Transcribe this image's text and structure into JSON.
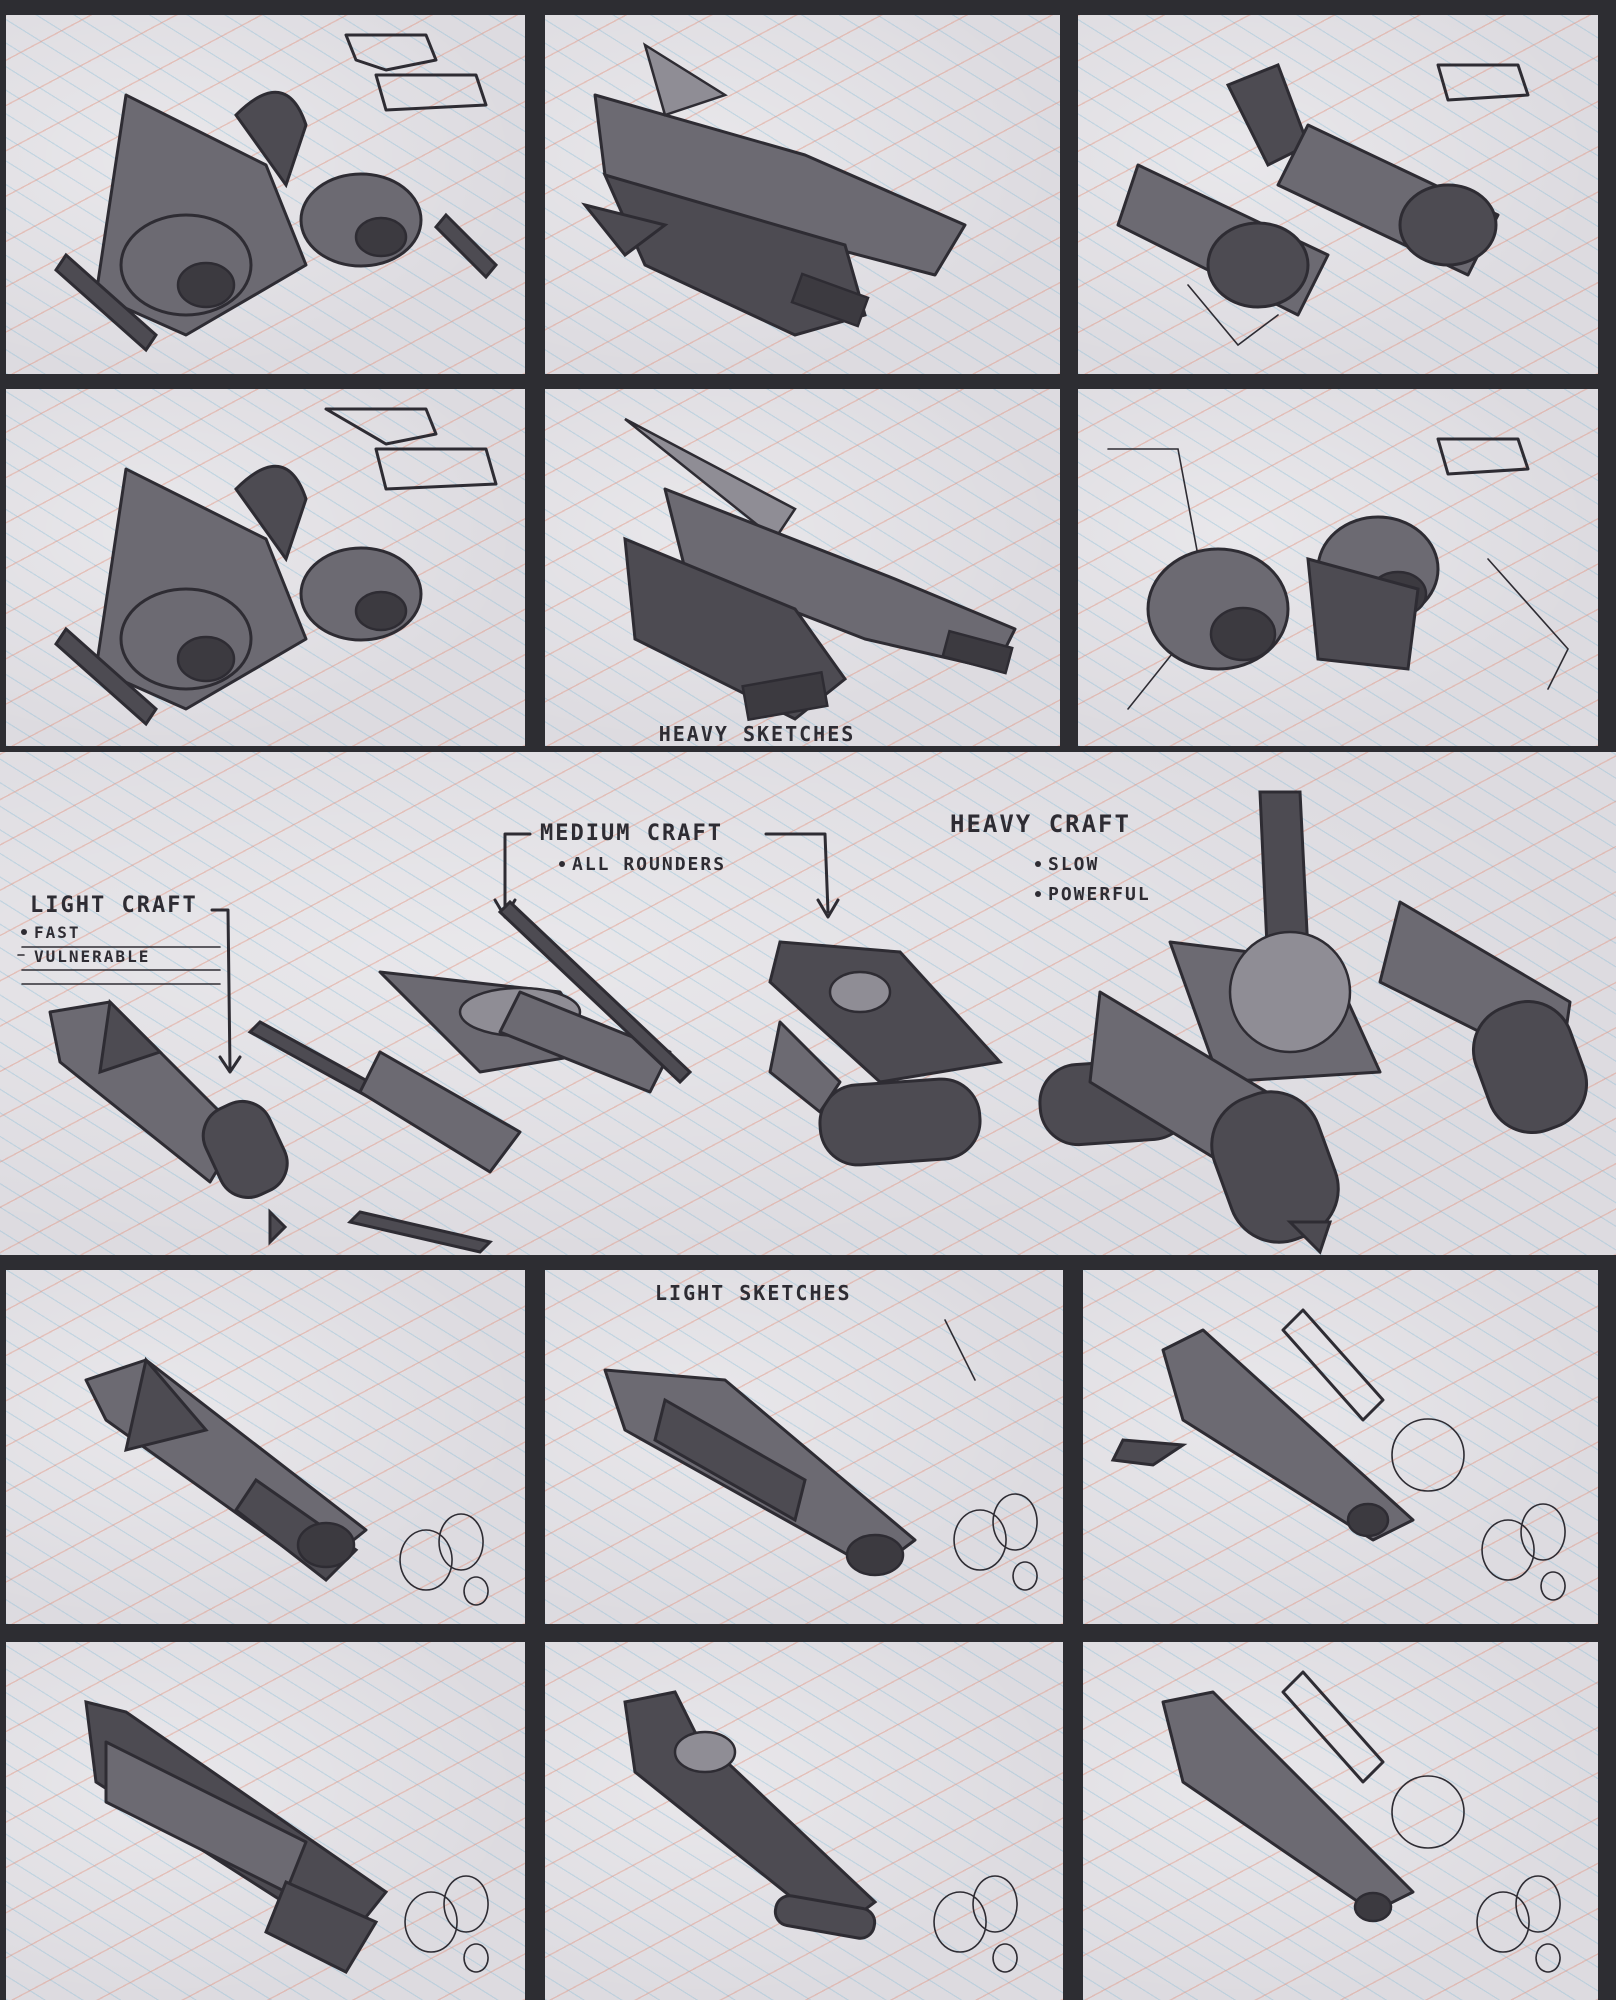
{
  "labels": {
    "heavy_sketches": "HEAVY SKETCHES",
    "light_sketches": "LIGHT SKETCHES",
    "light_craft": "LIGHT CRAFT",
    "light_fast": "FAST",
    "light_vulnerable": "VULNERABLE",
    "medium_craft": "MEDIUM CRAFT",
    "medium_all_rounders": "ALL ROUNDERS",
    "heavy_craft": "HEAVY CRAFT",
    "heavy_slow": "SLOW",
    "heavy_powerful": "POWERFUL"
  },
  "colors": {
    "frame": "#2d2d32",
    "paper": "#dddbe0",
    "grid_red": "#e28c76",
    "grid_blue": "#80bad6",
    "ink": "#2e2c33",
    "hull_mid": "#6c6a72",
    "hull_dark": "#4d4b52",
    "hull_light": "#8f8d95"
  }
}
